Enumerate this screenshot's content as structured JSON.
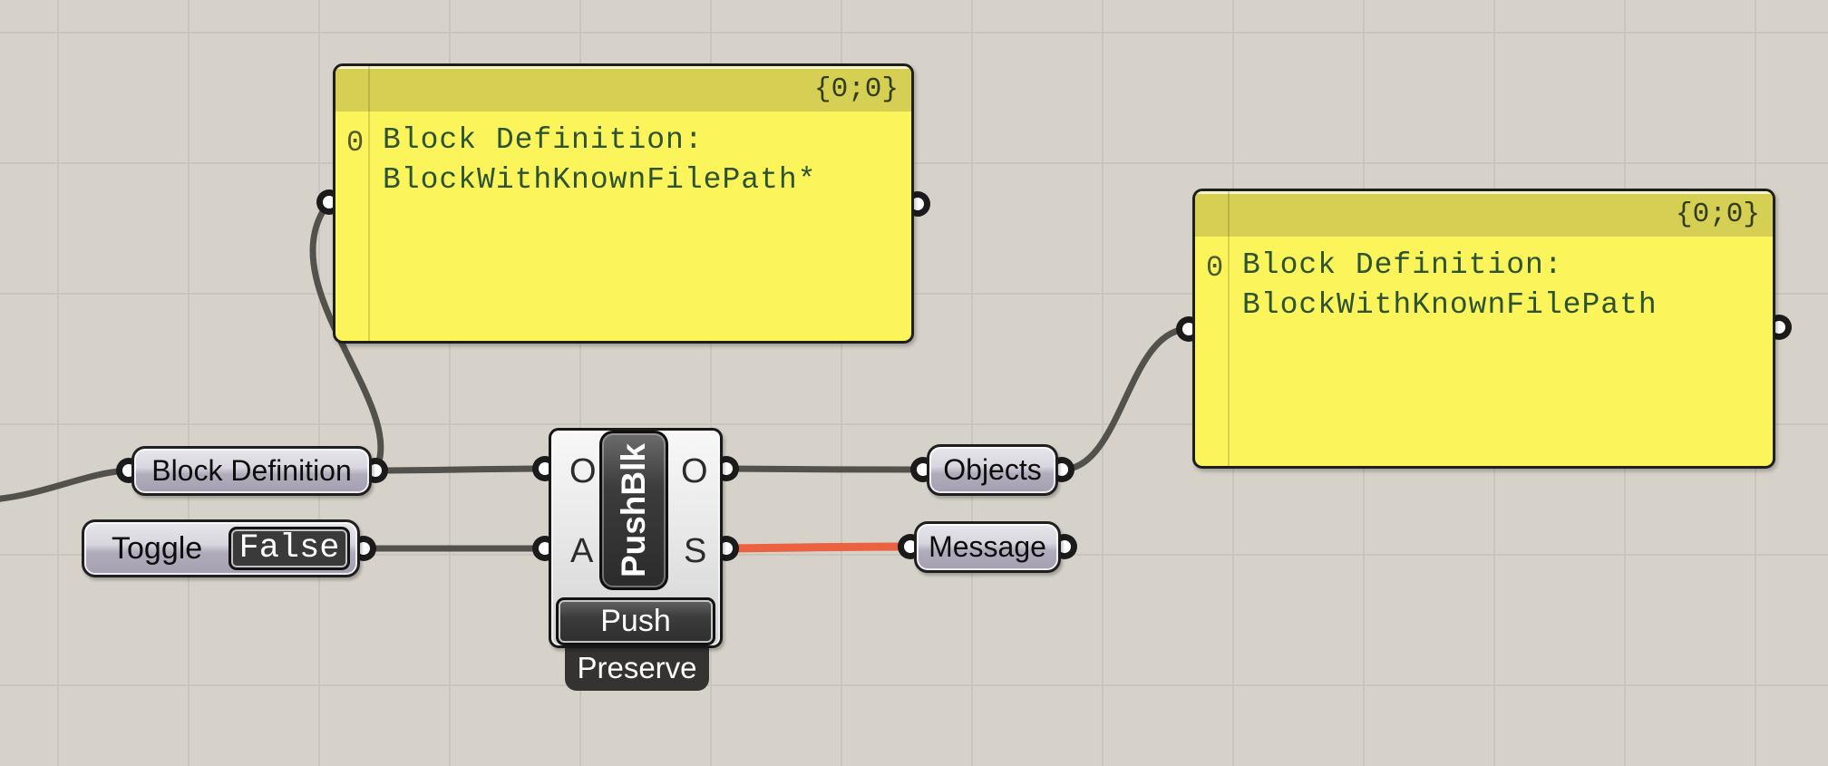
{
  "colors": {
    "background": "#d6d2c9",
    "grid": "#c9c5bc",
    "wire": "#53514c",
    "wire_warning": "#ec6240",
    "panel_body": "#fbf45a",
    "panel_header": "#d5cf53",
    "panel_text": "#2c5433"
  },
  "panels": [
    {
      "path": "{0;0}",
      "index": "0",
      "text": "Block Definition:\nBlockWithKnownFilePath*"
    },
    {
      "path": "{0;0}",
      "index": "0",
      "text": "Block Definition:\nBlockWithKnownFilePath"
    }
  ],
  "params": {
    "block_definition": {
      "label": "Block Definition"
    },
    "objects": {
      "label": "Objects"
    },
    "message": {
      "label": "Message"
    }
  },
  "toggle": {
    "label": "Toggle",
    "value": "False"
  },
  "component": {
    "name": "PushBlk",
    "inputs": [
      {
        "label": "O"
      },
      {
        "label": "A"
      }
    ],
    "outputs": [
      {
        "label": "O"
      },
      {
        "label": "S"
      }
    ],
    "button_label": "Push",
    "mode_label": "Preserve"
  }
}
